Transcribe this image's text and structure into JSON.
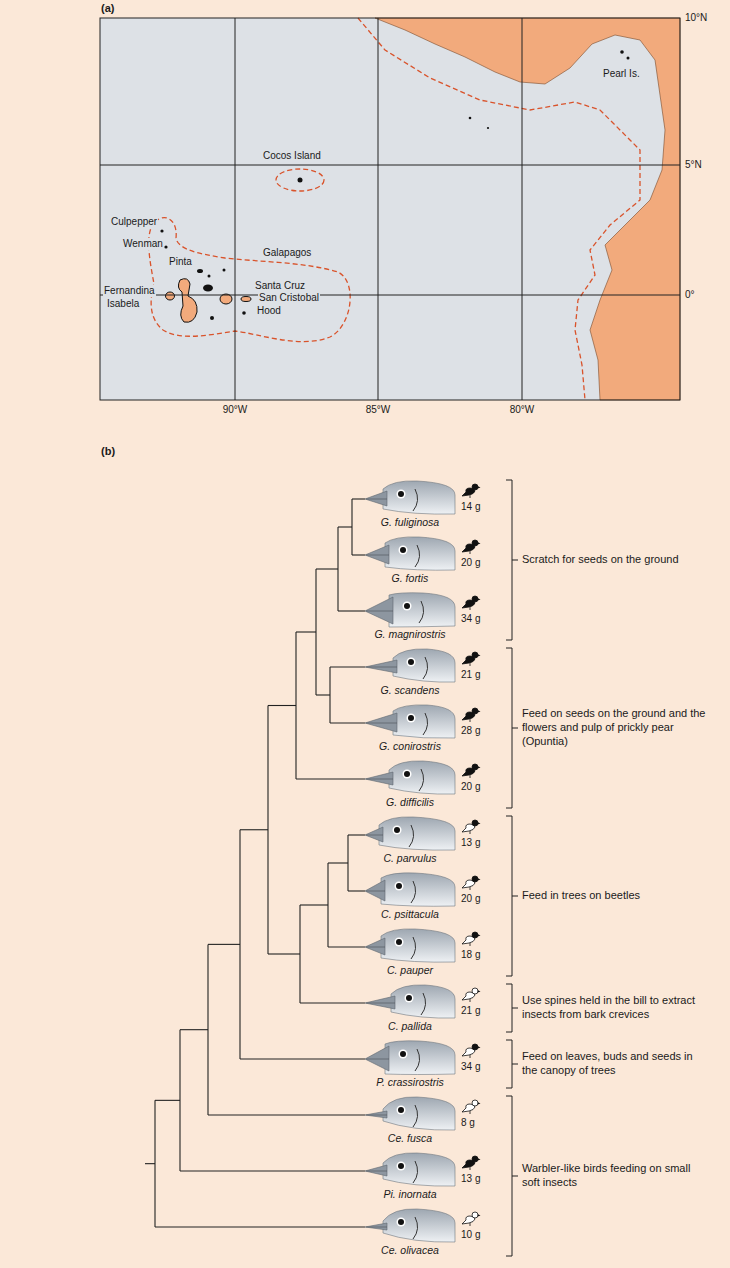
{
  "diagram": {
    "labels": [
      "(a)",
      "10°N",
      "5°N",
      "0°",
      "90°W",
      "85°W",
      "80°W",
      "Cocos Island",
      "Pearl Is.",
      "Culpepper",
      "Wenman",
      "Pinta",
      "Galapagos",
      "Fernandina",
      "Isabela",
      "Santa Cruz",
      "San Cristobal",
      "Hood",
      "(b)",
      "G. fuliginosa",
      "14 g",
      "G. fortis",
      "20 g",
      "G. magnirostris",
      "34 g",
      "G. scandens",
      "21 g",
      "G. conirostris",
      "28 g",
      "G. difficilis",
      "20 g",
      "C. parvulus",
      "13 g",
      "C. psittacula",
      "20 g",
      "C. pauper",
      "18 g",
      "C. pallida",
      "21 g",
      "P. crassirostris",
      "34 g",
      "Ce. fusca",
      "8 g",
      "Pi. inornata",
      "13 g",
      "Ce. olivacea",
      "10 g",
      "Scratch for seeds on the ground",
      "Feed on seeds on the ground and the flowers and pulp of prickly pear (Opuntia)",
      "Feed in trees on beetles",
      "Use spines held in the bill to extract insects from bark crevices",
      "Feed on leaves, buds and seeds in the canopy of trees",
      "Warbler-like birds feeding on small soft insects"
    ]
  }
}
